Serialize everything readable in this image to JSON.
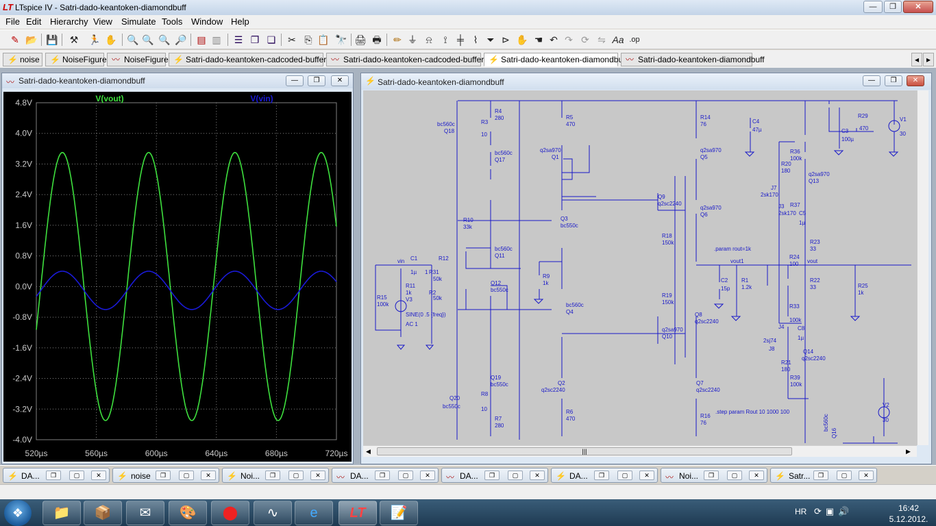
{
  "app": {
    "title": "LTspice IV - Satri-dado-keantoken-diamondbuff"
  },
  "window_controls": {
    "minimize": "—",
    "maximize": "❐",
    "close": "✕"
  },
  "menu": [
    "File",
    "Edit",
    "Hierarchy",
    "View",
    "Simulate",
    "Tools",
    "Window",
    "Help"
  ],
  "tabs": [
    {
      "label": "noise",
      "kind": "schematic"
    },
    {
      "label": "NoiseFigure",
      "kind": "schematic"
    },
    {
      "label": "NoiseFigure",
      "kind": "waveform"
    },
    {
      "label": "Satri-dado-keantoken-cadcoded-buffers-2",
      "kind": "schematic"
    },
    {
      "label": "Satri-dado-keantoken-cadcoded-buffers-2",
      "kind": "waveform"
    },
    {
      "label": "Satri-dado-keantoken-diamondbuff",
      "kind": "schematic",
      "active": true
    },
    {
      "label": "Satri-dado-keantoken-diamondbuff",
      "kind": "waveform"
    }
  ],
  "plot_window": {
    "title": "Satri-dado-keantoken-diamondbuff"
  },
  "schematic_window": {
    "title": "Satri-dado-keantoken-diamondbuff"
  },
  "chart_data": {
    "type": "line",
    "series": [
      {
        "name": "V(vout)",
        "color": "#3ee03e",
        "amplitude": 3.5,
        "offset": 0.0,
        "period_us": 57.5,
        "phase_us": 523
      },
      {
        "name": "V(vin)",
        "color": "#1a1ad8",
        "amplitude": 0.5,
        "offset": -0.1,
        "period_us": 57.5,
        "phase_us": 523
      }
    ],
    "xlim": [
      520,
      720
    ],
    "ylim": [
      -4.0,
      4.8
    ],
    "x_ticks": [
      "520µs",
      "560µs",
      "600µs",
      "640µs",
      "680µs",
      "720µs"
    ],
    "y_ticks": [
      "4.8V",
      "4.0V",
      "3.2V",
      "2.4V",
      "1.6V",
      "0.8V",
      "0.0V",
      "-0.8V",
      "-1.6V",
      "-2.4V",
      "-3.2V",
      "-4.0V"
    ],
    "grid": true
  },
  "schematic": {
    "labels": [
      "bc560c",
      "Q18",
      "R4",
      "280",
      "R3",
      "10",
      "bc560c",
      "Q17",
      "R5",
      "470",
      "q2sa970",
      "Q1",
      "R14",
      "76",
      "q2sa970",
      "Q5",
      "C4",
      "47µ",
      "C3",
      "100µ",
      "R29",
      "470",
      "V1",
      "30",
      "R36",
      "100k",
      "R20",
      "180",
      "q2sa970",
      "Q13",
      "J7",
      "2sk170",
      "J3",
      "R37",
      "C5",
      "2sk170",
      "1µ",
      "R10",
      "33k",
      "Q3",
      "bc550c",
      "Q9",
      "q2sc2240",
      "q2sa970",
      "Q6",
      "R18",
      "150k",
      "R23",
      "33",
      ".param rout=1k",
      "R24",
      "100",
      "vout",
      "vout1",
      "vin",
      "C1",
      "1µ",
      "R12",
      "1",
      "R31",
      "50k",
      "R2",
      "50k",
      "R11",
      "1k",
      "V3",
      "R15",
      "100k",
      "SINE(0 .5 {freq})",
      "AC 1",
      "bc560c",
      "Q11",
      "Q12",
      "bc550c",
      "R9",
      "1k",
      "bc560c",
      "Q4",
      "C2",
      "15p",
      "R1",
      "1.2k",
      "R22",
      "33",
      "R25",
      "1k",
      "R19",
      "150k",
      "Q8",
      "q2sc2240",
      "q2sa970",
      "Q10",
      "R33",
      "100k",
      "J4",
      "2sj74",
      "J8",
      "C8",
      "1µ",
      "Q14",
      "q2sc2240",
      "R21",
      "180",
      "R39",
      "100k",
      "Q19",
      "bc550c",
      "Q20",
      "bc550c",
      "R8",
      "10",
      "R7",
      "280",
      "Q2",
      "q2sc2240",
      "Q7",
      "q2sc2240",
      "R6",
      "470",
      "R16",
      "76",
      ".step param Rout 10 1000 100",
      "V2",
      "30",
      "bc560c",
      "Q16"
    ]
  },
  "scrollbar": {
    "grip": "|||"
  },
  "mdi_tasks": [
    {
      "label": "DA...",
      "kind": "schematic"
    },
    {
      "label": "noise",
      "kind": "schematic"
    },
    {
      "label": "Noi...",
      "kind": "schematic"
    },
    {
      "label": "DA...",
      "kind": "waveform"
    },
    {
      "label": "DA...",
      "kind": "waveform"
    },
    {
      "label": "DA...",
      "kind": "schematic"
    },
    {
      "label": "Noi...",
      "kind": "waveform"
    },
    {
      "label": "Satr...",
      "kind": "schematic"
    }
  ],
  "taskbar": {
    "items": [
      "folder-icon",
      "installer-icon",
      "mail-icon",
      "paint-icon",
      "antivirus-icon",
      "oscilloscope-icon",
      "ie-icon",
      "ltspice-icon",
      "notepad-icon"
    ],
    "lang": "HR",
    "time": "16:42",
    "date": "5.12.2012."
  }
}
